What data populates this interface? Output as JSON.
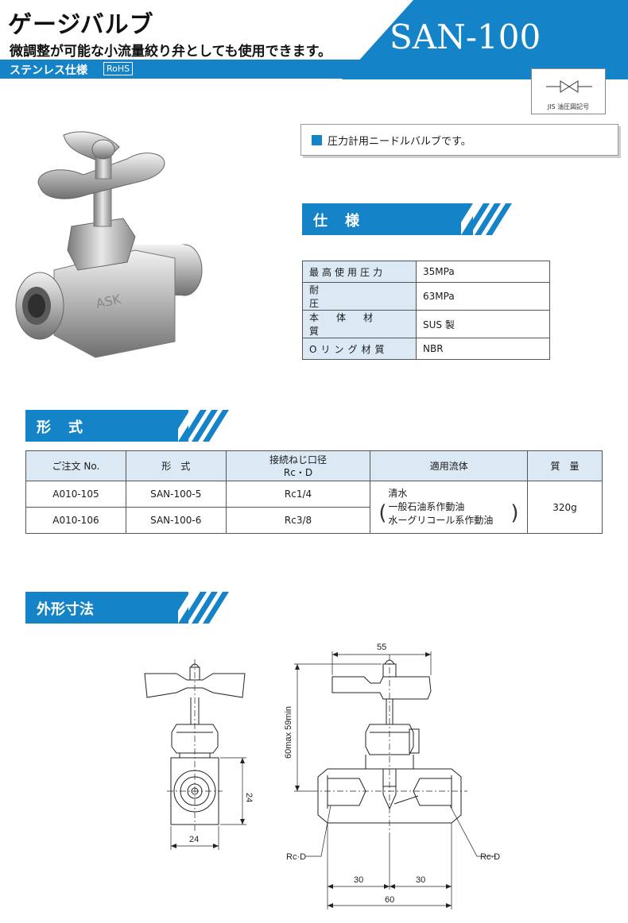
{
  "header": {
    "title": "ゲージバルブ",
    "subtitle": "微調整が可能な小流量絞り弁としても使用できます。",
    "material": "ステンレス仕様",
    "rohs": "RoHS",
    "model": "SAN-100",
    "jis_label": "JIS 油圧図記号",
    "accent_color": "#1583c8"
  },
  "feature": {
    "text": "圧力計用ニードルバルブです。"
  },
  "spec": {
    "heading": "仕　様",
    "rows": [
      {
        "key": "最高使用圧力",
        "value": "35MPa"
      },
      {
        "key": "耐圧",
        "value": "63MPa"
      },
      {
        "key": "本体材質",
        "value": "SUS 製"
      },
      {
        "key": "Oリング材質",
        "value": "NBR"
      }
    ]
  },
  "model_section": {
    "heading": "形　式",
    "headers": [
      "ご注文 No.",
      "形　式",
      "接続ねじ口径",
      "Rc・D",
      "適用流体",
      "質　量"
    ],
    "rows": [
      {
        "order_no": "A010-105",
        "type": "SAN-100-5",
        "thread": "Rc1/4"
      },
      {
        "order_no": "A010-106",
        "type": "SAN-100-6",
        "thread": "Rc3/8"
      }
    ],
    "fluid": [
      "清水",
      "一般石油系作動油",
      "水ーグリコール系作動油"
    ],
    "mass": "320g"
  },
  "dimensions": {
    "heading": "外形寸法",
    "front_width": "24",
    "front_height": "24",
    "top_width": "55",
    "height": "60max 59min",
    "port_left": "Rc·D",
    "port_right": "Rc·D",
    "half_left": "30",
    "half_right": "30",
    "total": "60"
  }
}
